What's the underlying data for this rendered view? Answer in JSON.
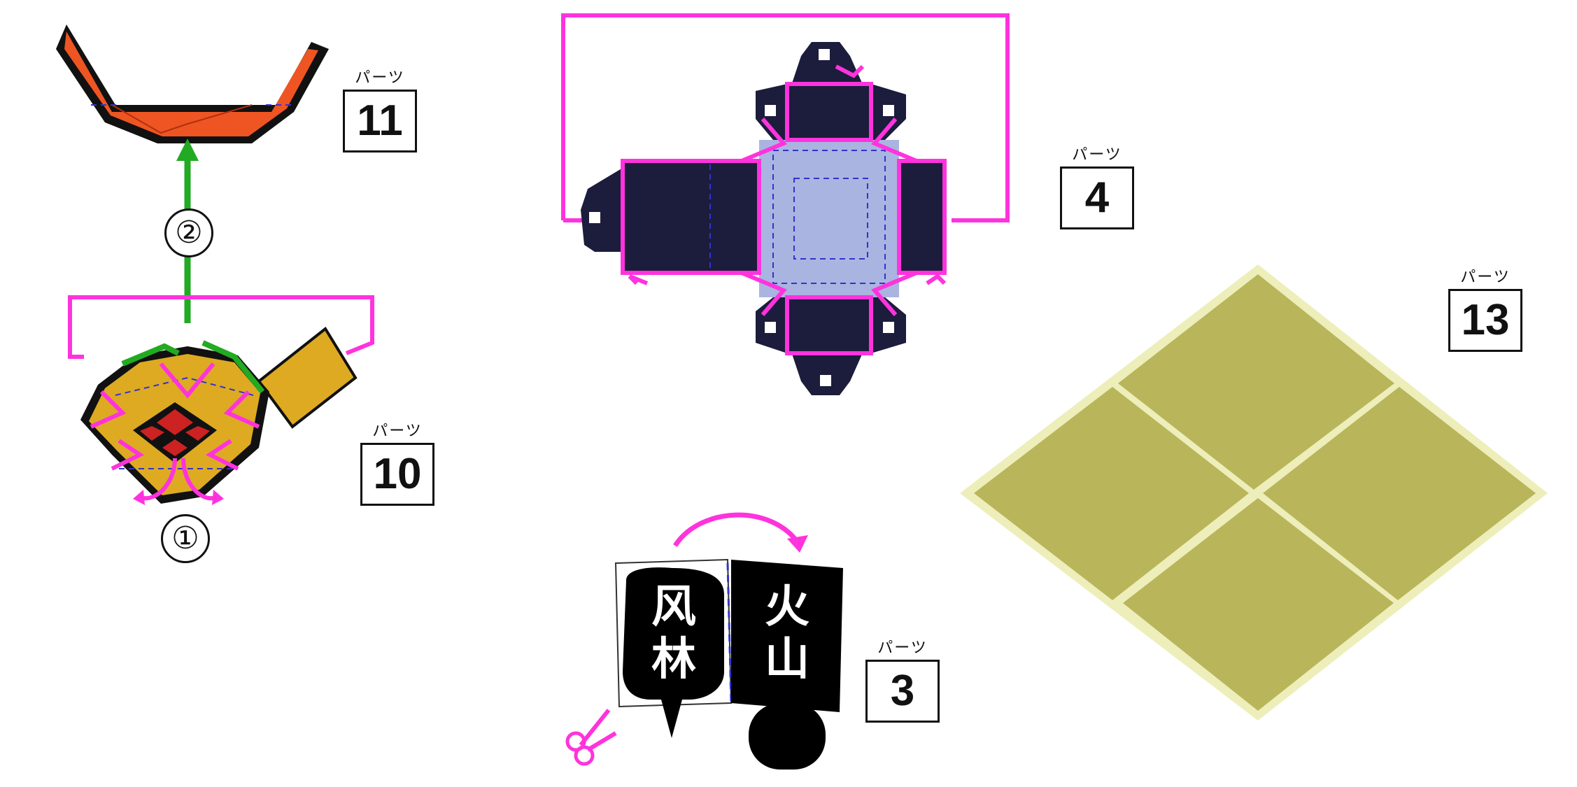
{
  "colors": {
    "magenta": "#ff33dd",
    "green": "#22aa22",
    "orange": "#ee5522",
    "gold": "#ddaa22",
    "navy": "#1c1c3c",
    "lavender": "#aab4e0",
    "tatami": "#b9b55a",
    "tatami_border": "#eeeebb",
    "red": "#cc2222"
  },
  "parts": {
    "ruby": "パーツ",
    "p11": "11",
    "p10": "10",
    "p4": "4",
    "p13": "13",
    "p3": "3"
  },
  "steps": {
    "step1": "①",
    "step2": "②"
  },
  "banner": {
    "left_top": "风",
    "left_bottom": "林",
    "right_top": "火",
    "right_bottom": "山"
  },
  "icons": {
    "scissors": "scissors-icon",
    "arrow": "curved-arrow-icon"
  }
}
